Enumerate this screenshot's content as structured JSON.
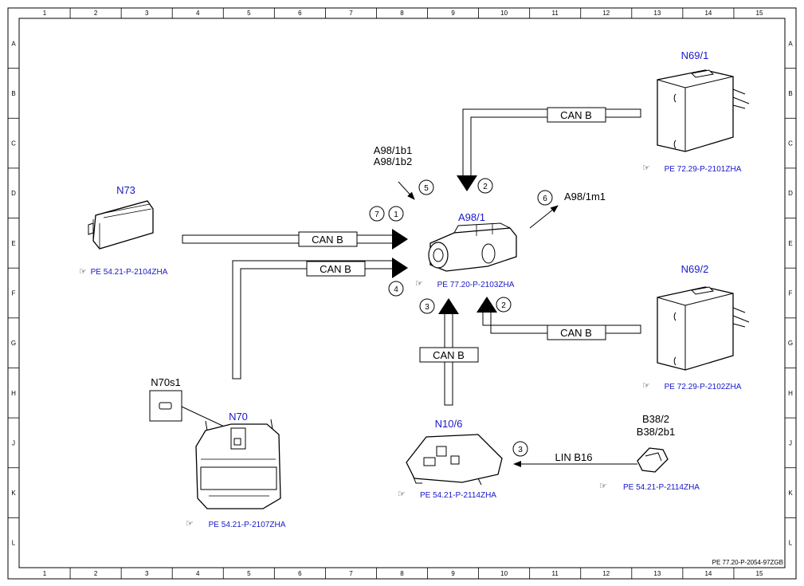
{
  "grid": {
    "columns": [
      "1",
      "2",
      "3",
      "4",
      "5",
      "6",
      "7",
      "8",
      "9",
      "10",
      "11",
      "12",
      "13",
      "14",
      "15"
    ],
    "rows": [
      "A",
      "B",
      "C",
      "D",
      "E",
      "F",
      "G",
      "H",
      "J",
      "K",
      "L"
    ]
  },
  "components": {
    "n73": {
      "label": "N73",
      "ref": "PE 54.21-P-2104ZHA"
    },
    "a98_1": {
      "label": "A98/1",
      "ref": "PE 77.20-P-2103ZHA"
    },
    "n69_1": {
      "label": "N69/1",
      "ref": "PE 72.29-P-2101ZHA"
    },
    "n69_2": {
      "label": "N69/2",
      "ref": "PE 72.29-P-2102ZHA"
    },
    "n70": {
      "label": "N70",
      "ref": "PE 54.21-P-2107ZHA"
    },
    "n70s1": {
      "label": "N70s1"
    },
    "n10_6": {
      "label": "N10/6",
      "ref": "PE 54.21-P-2114ZHA"
    },
    "b38_2": {
      "label_line1": "B38/2",
      "label_line2": "B38/2b1",
      "ref": "PE 54.21-P-2114ZHA"
    },
    "a98_1b": {
      "line1": "A98/1b1",
      "line2": "A98/1b2"
    },
    "a98_1m1": {
      "label": "A98/1m1"
    }
  },
  "buses": {
    "can_b": "CAN B",
    "lin_b16": "LIN B16"
  },
  "signals": {
    "s1": "1",
    "s2": "2",
    "s3": "3",
    "s4": "4",
    "s5": "5",
    "s6": "6",
    "s7": "7"
  },
  "footer": "PE 77.20-P-2054-97ZGB"
}
